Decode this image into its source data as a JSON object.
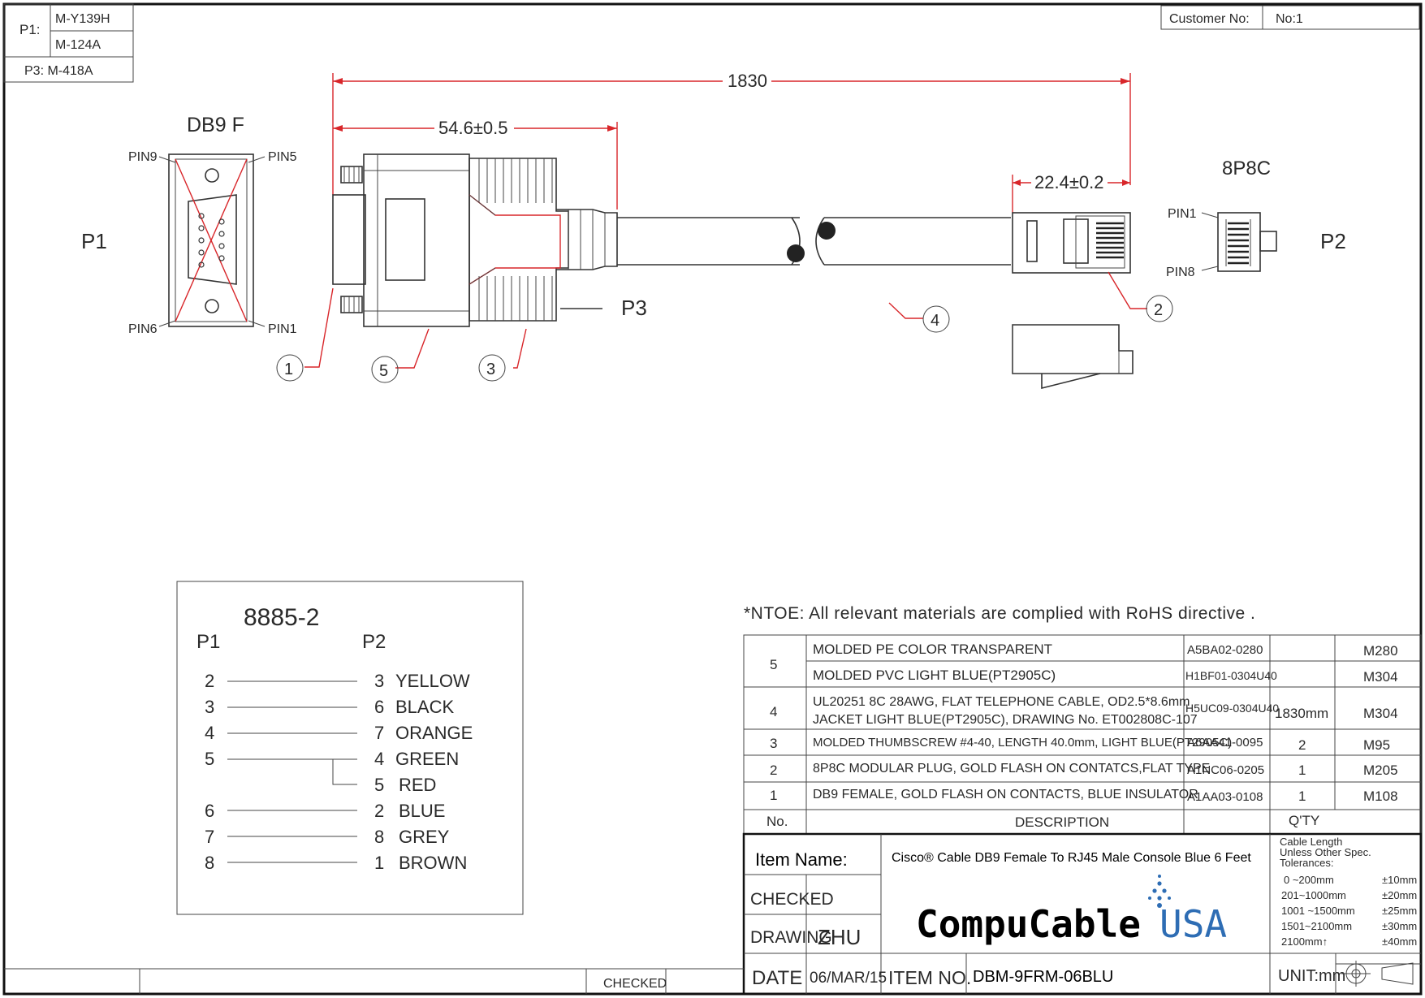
{
  "title_block": {
    "p1_label": "P1:",
    "p1_code_a": "M-Y139H",
    "p1_code_b": "M-124A",
    "p3_label": "P3: M-418A",
    "customer_label": "Customer No:",
    "customer_no": "No:1"
  },
  "drawing": {
    "dim_total": "1830",
    "dim_db9": "54.6±0.5",
    "dim_rj45": "22.4±0.2",
    "db9_title": "DB9 F",
    "db9_pin9": "PIN9",
    "db9_pin5": "PIN5",
    "db9_pin6": "PIN6",
    "db9_pin1": "PIN1",
    "p1": "P1",
    "p2": "P2",
    "p3": "P3",
    "rj45_title": "8P8C",
    "rj45_pin1": "PIN1",
    "rj45_pin8": "PIN8",
    "callouts": [
      "1",
      "2",
      "3",
      "4",
      "5"
    ]
  },
  "wiring": {
    "part": "8885-2",
    "left_header": "P1",
    "right_header": "P2",
    "rows": [
      {
        "p1": "2",
        "p2": "3",
        "color": "YELLOW"
      },
      {
        "p1": "3",
        "p2": "6",
        "color": "BLACK"
      },
      {
        "p1": "4",
        "p2": "7",
        "color": "ORANGE"
      },
      {
        "p1": "5",
        "p2": "4",
        "color": "GREEN"
      },
      {
        "p1": "",
        "p2": "5",
        "color": "RED"
      },
      {
        "p1": "6",
        "p2": "2",
        "color": "BLUE"
      },
      {
        "p1": "7",
        "p2": "8",
        "color": "GREY"
      },
      {
        "p1": "8",
        "p2": "1",
        "color": "BROWN"
      }
    ]
  },
  "note": "*NTOE: All relevant materials are complied with RoHS directive .",
  "bom": {
    "rows": [
      {
        "no": "5",
        "desc": "MOLDED PE COLOR TRANSPARENT",
        "code": "A5BA02-0280",
        "qty": "",
        "ref": "M280"
      },
      {
        "no": "",
        "desc": "MOLDED PVC LIGHT BLUE(PT2905C)",
        "code": "H1BF01-0304U40",
        "qty": "",
        "ref": "M304"
      },
      {
        "no": "4",
        "desc": "UL20251 8C 28AWG, FLAT TELEPHONE CABLE, OD2.5*8.6mm",
        "desc2": "JACKET LIGHT BLUE(PT2905C), DRAWING No. ET002808C-107",
        "code": "H5UC09-0304U40",
        "qty": "1830mm",
        "ref": "M304"
      },
      {
        "no": "3",
        "desc": "MOLDED THUMBSCREW #4-40, LENGTH 40.0mm, LIGHT BLUE(PT2905C)",
        "code": "A6AA41-0095",
        "qty": "2",
        "ref": "M95"
      },
      {
        "no": "2",
        "desc": "8P8C MODULAR PLUG, GOLD FLASH ON CONTATCS,FLAT TYPE",
        "code": "A1NC06-0205",
        "qty": "1",
        "ref": "M205"
      },
      {
        "no": "1",
        "desc": "DB9 FEMALE, GOLD FLASH ON CONTACTS, BLUE INSULATOR",
        "code": "A1AA03-0108",
        "qty": "1",
        "ref": "M108"
      }
    ],
    "header_no": "No.",
    "header_desc": "DESCRIPTION",
    "header_qty": "Q'TY"
  },
  "title": {
    "item_name_label": "Item Name:",
    "item_name": "Cisco® Cable DB9 Female To RJ45 Male Console Blue 6 Feet",
    "checked_label": "CHECKED",
    "drawing_label": "DRAWING",
    "drawing_by": "ZHU",
    "date_label": "DATE",
    "date": "06/MAR/15",
    "item_no_label": "ITEM NO.",
    "item_no": "DBM-9FRM-06BLU",
    "logo_main": "CompuCable",
    "logo_usa": "USA",
    "unit": "UNIT:mm",
    "tol_title1": "Cable Length",
    "tol_title2": "Unless Other Spec.",
    "tol_title3": "Tolerances:",
    "tolerances": [
      {
        "range": "0 ~200mm",
        "tol": "±10mm"
      },
      {
        "range": "201~1000mm",
        "tol": "±20mm"
      },
      {
        "range": "1001 ~1500mm",
        "tol": "±25mm"
      },
      {
        "range": "1501~2100mm",
        "tol": "±30mm"
      },
      {
        "range": "2100mm↑",
        "tol": "±40mm"
      }
    ],
    "bottom_checked": "CHECKED"
  },
  "colors": {
    "dimension": "#d8262a",
    "logo_blue": "#2e6db4",
    "ink": "#2a2a2a"
  }
}
